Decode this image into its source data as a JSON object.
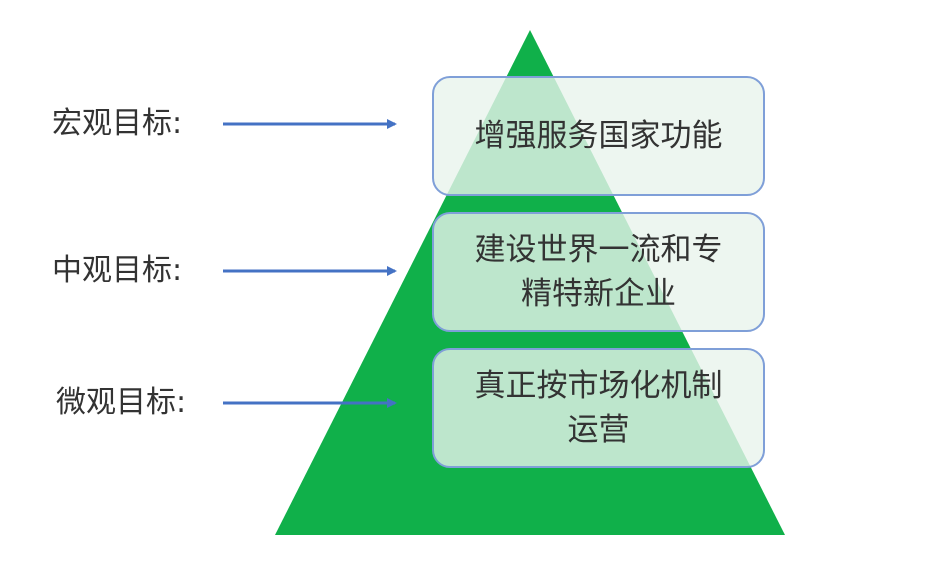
{
  "levels": [
    {
      "label": "宏观目标:",
      "lines": [
        "增强服务国家功能"
      ]
    },
    {
      "label": "中观目标:",
      "lines": [
        "建设世界一流和专",
        "精特新企业"
      ]
    },
    {
      "label": "微观目标:",
      "lines": [
        "真正按市场化机制",
        "运营"
      ]
    }
  ],
  "colors": {
    "pyramid": "#10b04a",
    "arrow": "#4472c4",
    "box_border": "#7f9fd8",
    "text": "#333333"
  },
  "icons": {
    "arrow": "right-arrow-icon"
  }
}
